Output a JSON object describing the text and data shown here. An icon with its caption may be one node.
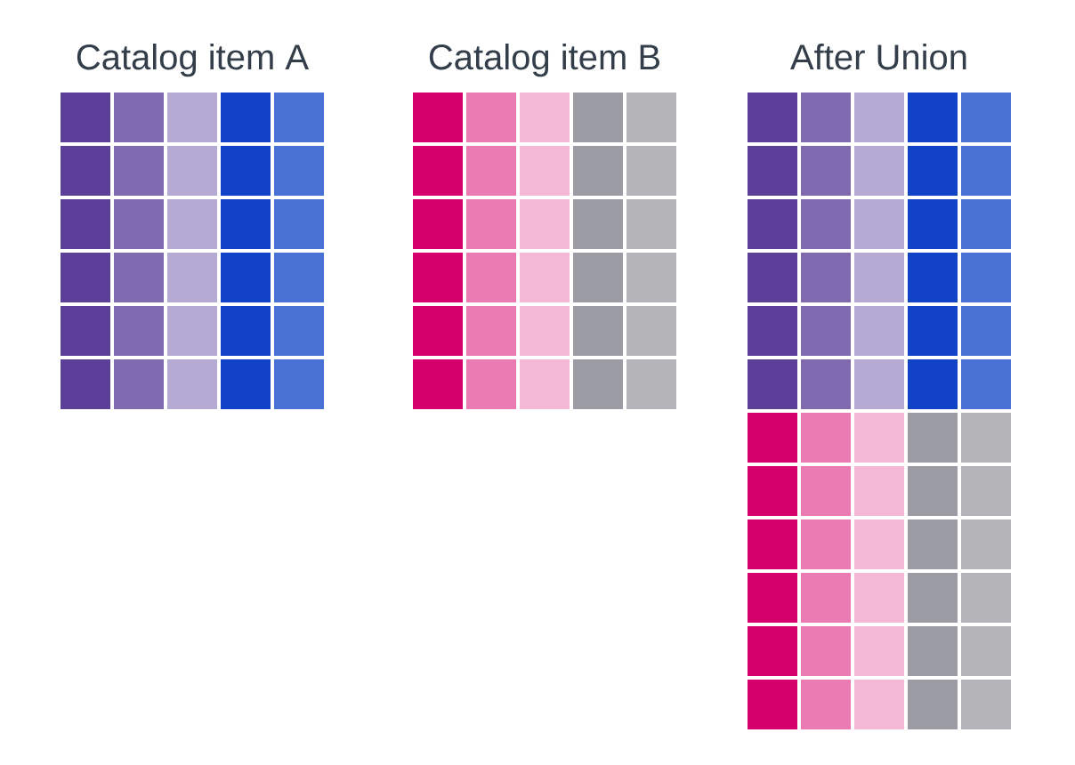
{
  "diagram": {
    "nodes": [
      {
        "text": [
          "Catalog item A"
        ]
      },
      {
        "text": [
          "Catalog item B"
        ]
      },
      {
        "text": [
          "After Union"
        ]
      }
    ]
  }
}
